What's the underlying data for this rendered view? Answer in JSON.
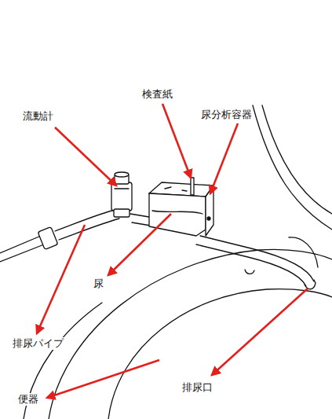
{
  "diagram": {
    "labels": [
      "流動計",
      "検査紙",
      "尿分析容器",
      "尿",
      "排尿パイプ",
      "便器",
      "排尿口"
    ]
  }
}
